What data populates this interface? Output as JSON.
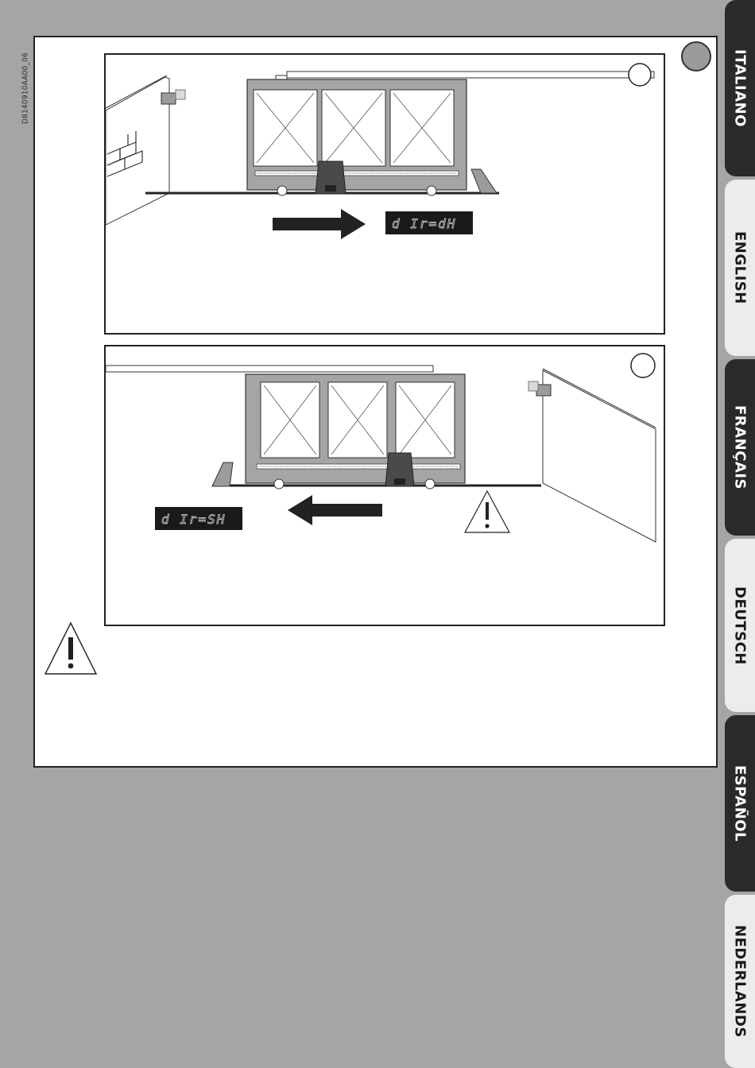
{
  "document": {
    "code": "D8140910AA00_06"
  },
  "figure_top": {
    "display_text": "d Ir=dH",
    "arrow_direction": "right"
  },
  "figure_bottom": {
    "display_text": "d Ir=SH",
    "arrow_direction": "left"
  },
  "side_tabs": [
    {
      "label": "ITALIANO",
      "style": "dark"
    },
    {
      "label": "ENGLISH",
      "style": "light"
    },
    {
      "label": "FRANÇAIS",
      "style": "dark"
    },
    {
      "label": "DEUTSCH",
      "style": "light"
    },
    {
      "label": "ESPAÑOL",
      "style": "dark"
    },
    {
      "label": "NEDERLANDS",
      "style": "light"
    }
  ],
  "colors": {
    "page_background": "#a6a4a6",
    "tab_dark": "#2b2a2b",
    "tab_light": "#ececec",
    "gate_fill": "#a6a4a6",
    "display_background": "#1a1a1a"
  },
  "icons": [
    "warning-triangle-icon",
    "numbered-disc-icon",
    "direction-arrow-icon"
  ]
}
